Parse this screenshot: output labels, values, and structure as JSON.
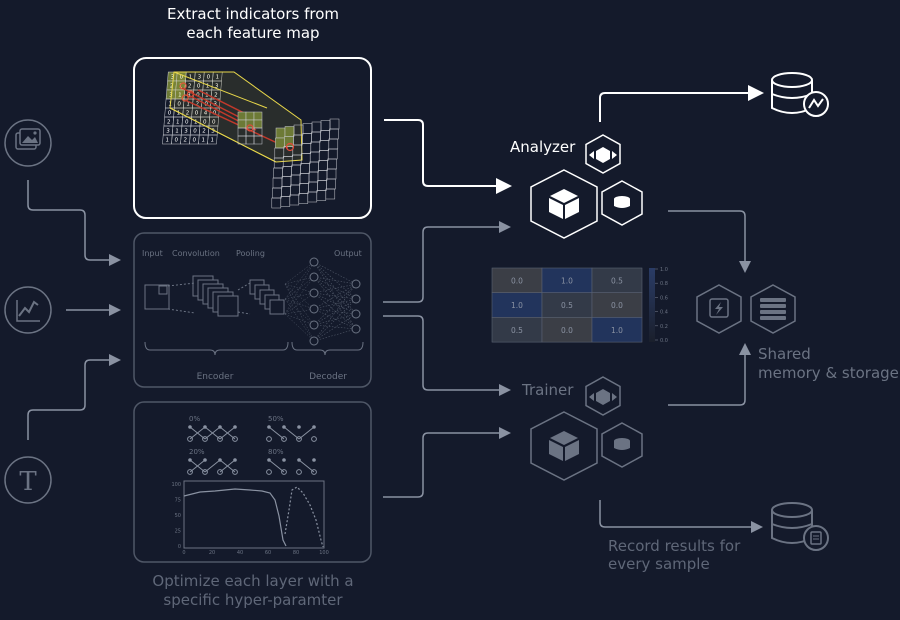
{
  "captions": {
    "extract_line1": "Extract indicators from",
    "extract_line2": "each feature map",
    "optimize_line1": "Optimize each layer with a",
    "optimize_line2": "specific hyper-paramter",
    "analyzer": "Analyzer",
    "trainer": "Trainer",
    "shared_line1": "Shared",
    "shared_line2": "memory & storage",
    "record_line1": "Record results for",
    "record_line2": "every sample"
  },
  "inputs": [
    {
      "name": "image-input-icon"
    },
    {
      "name": "chart-input-icon"
    },
    {
      "name": "text-input-icon",
      "glyph": "T"
    }
  ],
  "network": {
    "input": "Input",
    "convolution": "Convolution",
    "pooling": "Pooling",
    "output": "Output",
    "encoder": "Encoder",
    "decoder": "Decoder"
  },
  "feature_map_grid": [
    [
      "3",
      "0",
      "1",
      "3",
      "0",
      "1"
    ],
    [
      "2",
      "1",
      "2",
      "0",
      "1",
      "3"
    ],
    [
      "3",
      "1",
      "3",
      "0",
      "1",
      "2"
    ],
    [
      "1",
      "0",
      "1",
      "2",
      "0",
      "3"
    ],
    [
      "0",
      "1",
      "2",
      "0",
      "4",
      "0"
    ],
    [
      "2",
      "1",
      "0",
      "1",
      "0",
      "0"
    ],
    [
      "3",
      "1",
      "3",
      "0",
      "2",
      "3"
    ],
    [
      "1",
      "0",
      "2",
      "0",
      "1",
      "1"
    ]
  ],
  "pruning": {
    "labels": [
      "0%",
      "50%",
      "20%",
      "80%"
    ],
    "chart_ticks_y": [
      "100",
      "75",
      "50",
      "25",
      "0"
    ],
    "chart_ticks_x": [
      "0",
      "20",
      "40",
      "60",
      "80",
      "100"
    ]
  },
  "heatmap": {
    "cells": [
      [
        "0.0",
        "1.0",
        "0.5"
      ],
      [
        "1.0",
        "0.5",
        "0.0"
      ],
      [
        "0.5",
        "0.0",
        "1.0"
      ]
    ],
    "colorbar_ticks": [
      "1.0",
      "0.8",
      "0.6",
      "0.4",
      "0.2",
      "0.0"
    ]
  },
  "colors": {
    "background": "#141a2b",
    "bright": "#ffffff",
    "dim": "#6b7383",
    "panel_border_dim": "#5a6272"
  }
}
